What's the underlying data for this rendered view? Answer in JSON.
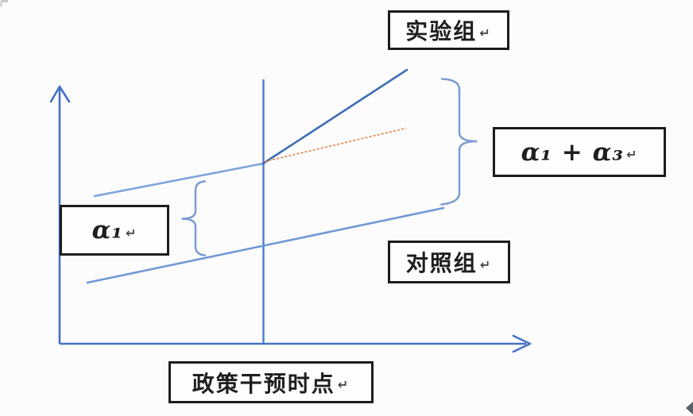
{
  "boxes": {
    "treatment_group": {
      "label": "实验组"
    },
    "control_group": {
      "label": "对照组"
    },
    "alpha1": {
      "label": "α₁"
    },
    "alpha1_plus_alpha3": {
      "label": "α₁ + α₃"
    },
    "policy_intervention_time": {
      "label": "政策干预时点"
    }
  },
  "return_mark": "↵",
  "colors": {
    "background": "#fcfcfd",
    "axis_blue": "#4472C4",
    "treatment_pre_blue": "#7FA3DB",
    "treatment_post_blue": "#3D6CB4",
    "control_blue": "#6F99D3",
    "brace_blue": "#7B9CD0",
    "counterfactual_orange": "#E08A4A",
    "box_border_black": "#1c1c1c",
    "corner_mark_gray": "#5a5f66"
  }
}
